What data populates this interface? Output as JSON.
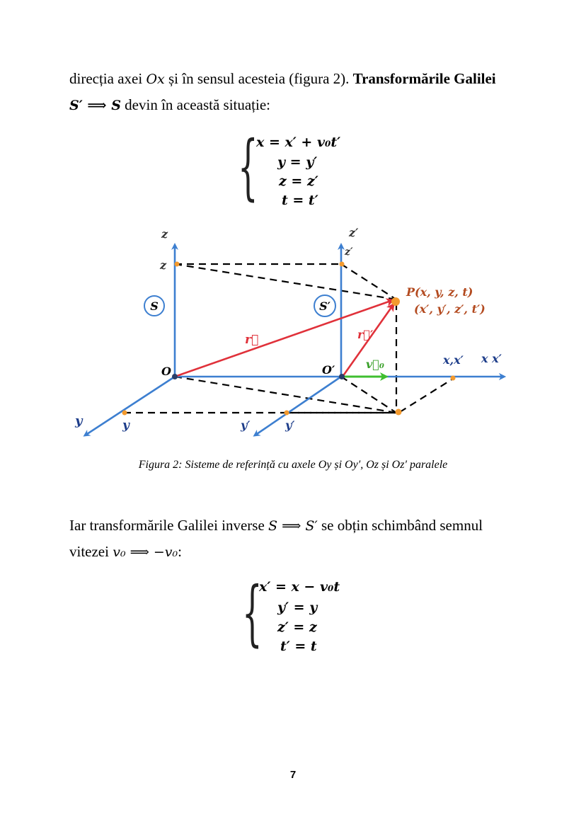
{
  "paragraph1": {
    "text_a": "direcția axei ",
    "math_a": "Ox",
    "text_b": " și în sensul acesteia (figura 2). ",
    "bold_a": "Transformările Galilei",
    "math_b": "S′ ⟹ S",
    "text_c": " devin în această situație:"
  },
  "system1": {
    "lines": [
      "x = x′ + v₀t′",
      "y = y′",
      "z = z′",
      "t = t′"
    ]
  },
  "figure": {
    "labels": {
      "z_axis": "z",
      "z_point": "z",
      "frame_S": "S",
      "origin_O": "O",
      "r_vec": "r⃗",
      "y_axis_outer": "y",
      "y_point": "y",
      "zp_axis": "z′",
      "zp_point": "z′",
      "frame_Sp": "S′",
      "origin_Op": "O′",
      "rp_vec": "r⃗′",
      "v0_vec": "v⃗₀",
      "yp_axis": "y′",
      "yp_point": "y′",
      "P_unprimed": "P(x, y, z, t)",
      "P_primed": "(x′, y′, z′, t′)",
      "x_point": "x,x′",
      "x_axis": "x  x′"
    },
    "colors": {
      "axes": "#3d7fd0",
      "position_vector": "#e0313a",
      "velocity_vector": "#3fbf2f",
      "point": "#f39a2e",
      "P_label": "#b34a1f",
      "dashes": "#000000"
    }
  },
  "caption": "Figura 2: Sisteme de referință cu axele Oy și Oy′, Oz și Oz′ paralele",
  "paragraph2": {
    "text_a": "Iar transformările Galilei inverse ",
    "math_a": "S ⟹ S′",
    "text_b": " se obțin schimbând semnul",
    "text_c": "vitezei ",
    "math_b": "v₀ ⟹ −v₀",
    "text_d": ":"
  },
  "system2": {
    "lines": [
      "x′ = x − v₀t",
      "y′ = y",
      "z′ = z",
      "t′ = t"
    ]
  },
  "page_number": "7"
}
